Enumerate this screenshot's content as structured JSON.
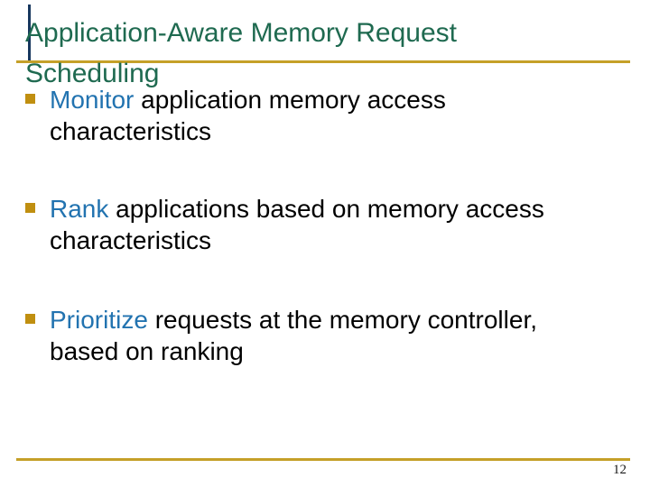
{
  "slide": {
    "title": {
      "line1": "Application-Aware Memory Request",
      "line2": "Scheduling"
    },
    "bullets": [
      {
        "keyword": "Monitor",
        "line1_rest": "application memory access",
        "line2": "characteristics"
      },
      {
        "keyword": "Rank",
        "line1_rest": "applications based on memory access",
        "line2": "characteristics"
      },
      {
        "keyword": "Prioritize",
        "line1_rest": "requests at the memory controller,",
        "line2": "based on ranking"
      }
    ],
    "footer": {
      "page_number": "12"
    },
    "colors": {
      "background": "#FFFFFF",
      "title_green": "#1F6A50",
      "rule_gold": "#C5A028",
      "bullet_gold": "#C08F10",
      "keyword_blue": "#2273B0",
      "body_text": "#000000",
      "accent_bar": "#17375E"
    }
  }
}
